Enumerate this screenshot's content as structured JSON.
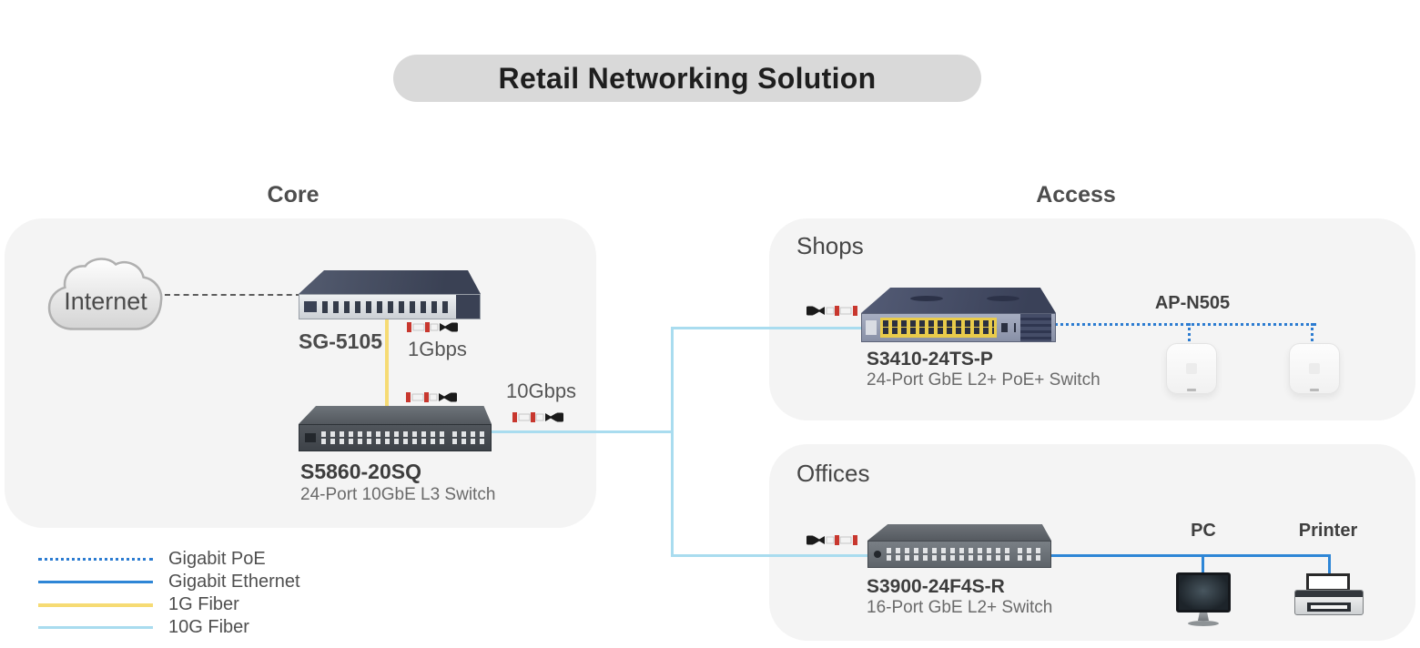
{
  "title": "Retail Networking Solution",
  "sections": {
    "core": "Core",
    "access": "Access",
    "shops": "Shops",
    "offices": "Offices"
  },
  "nodes": {
    "internet": {
      "label": "Internet"
    },
    "sg5105": {
      "name": "SG-5105"
    },
    "s5860": {
      "name": "S5860-20SQ",
      "desc": "24-Port 10GbE L3 Switch"
    },
    "s3410": {
      "name": "S3410-24TS-P",
      "desc": "24-Port GbE L2+ PoE+ Switch"
    },
    "s3900": {
      "name": "S3900-24F4S-R",
      "desc": "16-Port GbE L2+ Switch"
    },
    "ap": {
      "name": "AP-N505"
    },
    "pc": {
      "label": "PC"
    },
    "printer": {
      "label": "Printer"
    }
  },
  "link_labels": {
    "core_uplink": "1Gbps",
    "distribution": "10Gbps"
  },
  "legend": {
    "items": [
      {
        "label": "Gigabit PoE",
        "style": "dotted",
        "color": "#2c7cd1"
      },
      {
        "label": "Gigabit Ethernet",
        "style": "solid",
        "color": "#2e86d6"
      },
      {
        "label": "1G Fiber",
        "style": "solid",
        "color": "#f6db74"
      },
      {
        "label": "10G Fiber",
        "style": "solid",
        "color": "#a9dcef"
      }
    ]
  },
  "icons": {
    "internet": "cloud-icon",
    "transceiver": "sfp-transceiver-icon",
    "access_point": "wireless-ap-icon",
    "pc": "desktop-monitor-icon",
    "printer": "printer-icon"
  },
  "colors": {
    "panel_background": "#f4f4f4",
    "title_pill_background": "#d9d9d9",
    "gigabit_poe": "#2c7cd1",
    "gigabit_ethernet": "#2e86d6",
    "fiber_1g": "#f6db74",
    "fiber_10g": "#a9dcef",
    "internet_dashed": "#5c5c5c"
  }
}
